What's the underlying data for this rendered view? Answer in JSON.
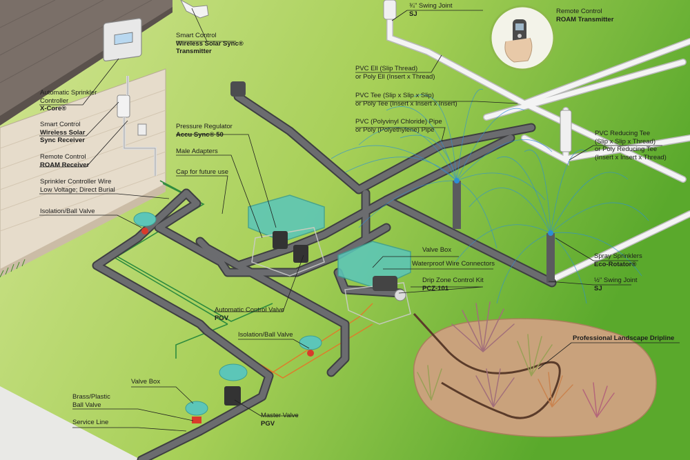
{
  "colors": {
    "lawn_light": "#cfe38c",
    "lawn_dark": "#5fae2e",
    "house_wall": "#e6dccb",
    "roof": "#7a6f68",
    "pipe": "#58595b",
    "pvc": "#e8e8e8",
    "valve_box": "#5cc6b8",
    "water_spray": "#2c8fd6",
    "soil": "#c9a27c",
    "wire_green": "#2e8b3e",
    "wire_orange": "#e07a2a"
  },
  "labels": {
    "smart_control_tx": {
      "l1": "Smart Control",
      "l2": "Wireless Solar Sync®",
      "l3": "Transmitter"
    },
    "controller": {
      "l1": "Automatic Sprinkler",
      "l2": "Controller",
      "l3": "X-Core®"
    },
    "smart_control_rx": {
      "l1": "Smart Control",
      "l2": "Wireless Solar",
      "l3": "Sync Receiver"
    },
    "remote_receiver": {
      "l1": "Remote Control",
      "l2": "ROAM Receiver"
    },
    "controller_wire": {
      "l1": "Sprinkler Controller Wire",
      "l2": "Low Voltage; Direct Burial"
    },
    "isolation_valve_1": {
      "l1": "Isolation/Ball Valve"
    },
    "pressure_regulator": {
      "l1": "Pressure Regulator",
      "l2": "Accu Sync® 50"
    },
    "male_adapters": {
      "l1": "Male Adapters"
    },
    "cap": {
      "l1": "Cap for future use"
    },
    "swing_joint_34": {
      "l1": "¾\" Swing Joint",
      "l2": "SJ"
    },
    "remote_transmitter": {
      "l1": "Remote Control",
      "l2": "ROAM Transmitter"
    },
    "pvc_ell": {
      "l1": "PVC Ell (Slip Thread)",
      "l2": "or Poly Ell (Insert x Thread)"
    },
    "pvc_tee": {
      "l1": "PVC Tee (Slip x Slip x Slip)",
      "l2": "or Poly Tee (Insert x Insert x Insert)"
    },
    "pvc_pipe": {
      "l1": "PVC (Polyvinyl Chloride) Pipe",
      "l2": "or Poly (Polyethylene) Pipe"
    },
    "reducing_tee": {
      "l1": "PVC Reducing Tee",
      "l2": "(Slip x Slip x Thread)",
      "l3": "or Poly Reducing Tee",
      "l4": "(Insert x Insert x Thread)"
    },
    "valve_box_1": {
      "l1": "Valve Box"
    },
    "wire_connectors": {
      "l1": "Waterproof Wire Connectors"
    },
    "drip_kit": {
      "l1": "Drip Zone Control Kit",
      "l2": "PCZ-101"
    },
    "spray_sprinklers": {
      "l1": "Spray Sprinklers",
      "l2": "Eco-Rotator®"
    },
    "swing_joint_12": {
      "l1": "½\" Swing Joint",
      "l2": "SJ"
    },
    "auto_valve": {
      "l1": "Automatic Control Valve",
      "l2": "PGV"
    },
    "isolation_valve_2": {
      "l1": "Isolation/Ball Valve"
    },
    "dripline": {
      "l1": "Professional Landscape Dripline"
    },
    "valve_box_2": {
      "l1": "Valve Box"
    },
    "brass_valve": {
      "l1": "Brass/Plastic",
      "l2": "Ball Valve"
    },
    "service_line": {
      "l1": "Service Line"
    },
    "master_valve": {
      "l1": "Master Valve",
      "l2": "PGV"
    }
  }
}
